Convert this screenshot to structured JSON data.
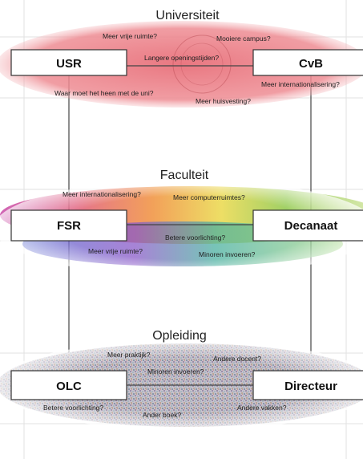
{
  "levels": {
    "university": {
      "title": "Universiteit",
      "left_box": "USR",
      "right_box": "CvB",
      "questions": [
        "Meer vrije ruimte?",
        "Mooiere campus?",
        "Langere openingstijden?",
        "Meer internationalisering?",
        "Waar moet het heen met de uni?",
        "Meer huisvesting?"
      ]
    },
    "faculty": {
      "title": "Faculteit",
      "left_box": "FSR",
      "right_box": "Decanaat",
      "questions": [
        "Meer internationalisering?",
        "Meer computerruimtes?",
        "Betere voorlichting?",
        "Meer vrije ruimte?",
        "Minoren invoeren?"
      ]
    },
    "programme": {
      "title": "Opleiding",
      "left_box": "OLC",
      "right_box": "Directeur",
      "questions": [
        "Meer praktijk?",
        "Andere docent?",
        "Minoren invoeren?",
        "Betere voorlichting?",
        "Ander boek?",
        "Andere vakken?"
      ]
    }
  },
  "colors": {
    "university_ellipse": "#e8707a",
    "faculty_spectrum": [
      "#d04a9a",
      "#e55a70",
      "#f08a3c",
      "#e8d84a",
      "#8cc84a",
      "#4aa0c8",
      "#6a5ac8"
    ],
    "programme_noise": "#b0a8b8",
    "box_border": "#333333",
    "line": "#444444"
  }
}
